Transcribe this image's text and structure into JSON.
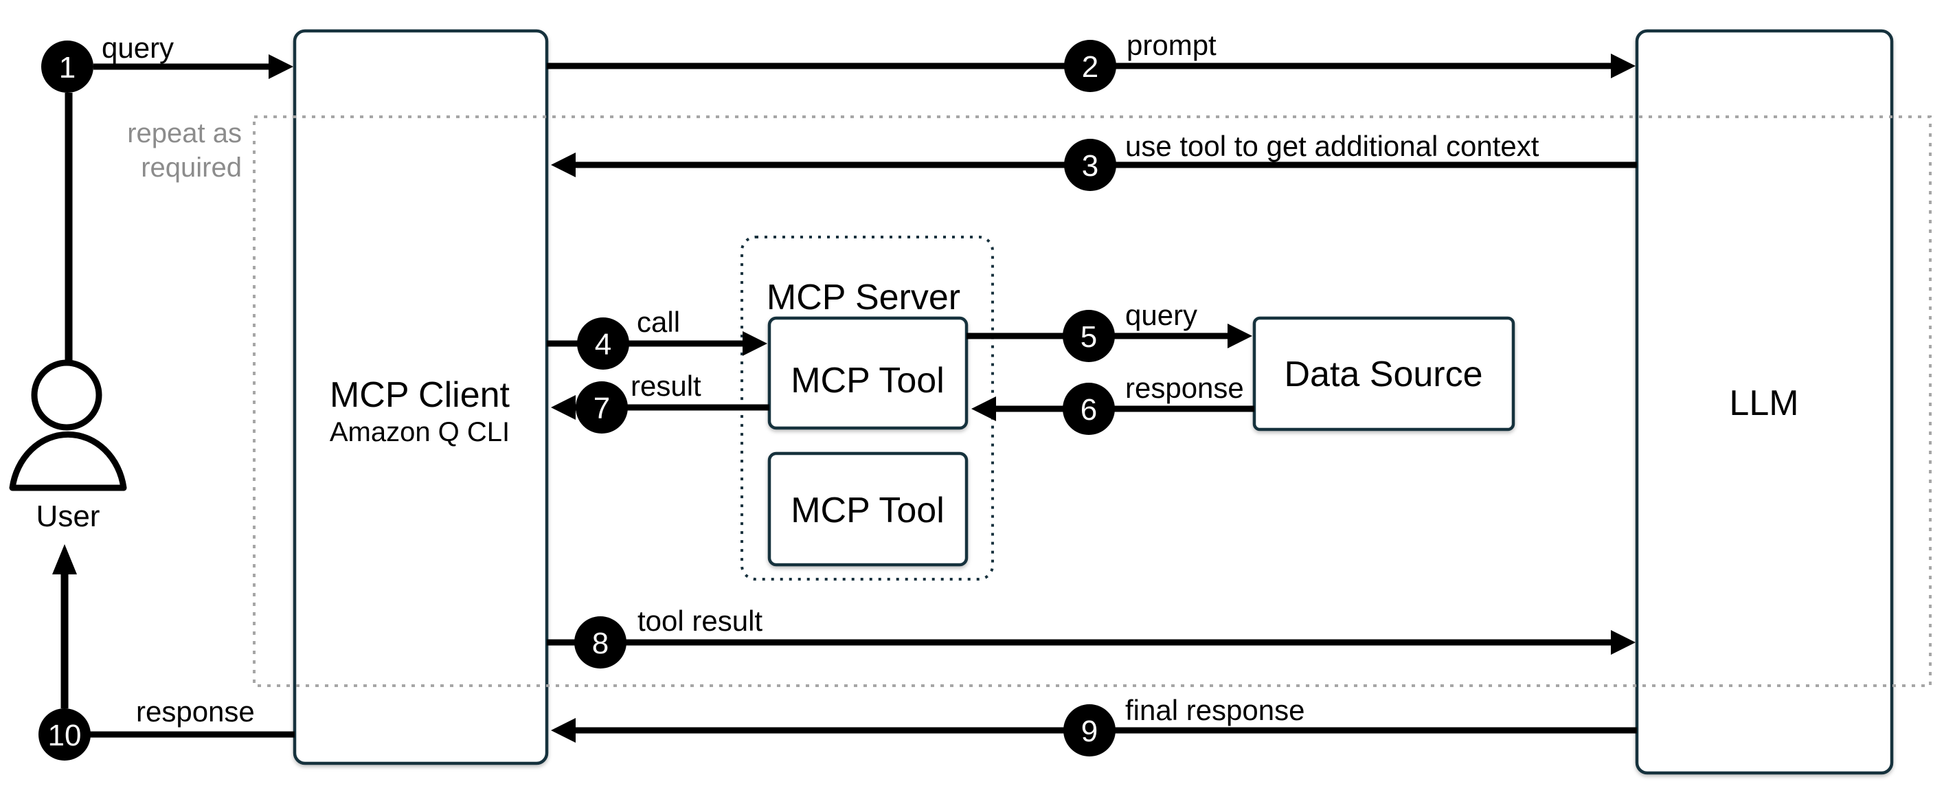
{
  "colors": {
    "box_border": "#17313d",
    "arrow_black": "#000000",
    "dotted_gray": "#a6a6a6",
    "gray_text": "#8c8c8c",
    "background": "#ffffff"
  },
  "user": {
    "label": "User"
  },
  "mcp_client": {
    "title": "MCP Client",
    "subtitle": "Amazon Q CLI"
  },
  "mcp_server": {
    "title": "MCP Server",
    "tools": [
      {
        "label": "MCP Tool"
      },
      {
        "label": "MCP Tool"
      }
    ]
  },
  "data_source": {
    "label": "Data Source"
  },
  "llm": {
    "label": "LLM"
  },
  "repeat_box": {
    "line1": "repeat as",
    "line2": "required"
  },
  "flows": [
    {
      "num": "1",
      "label": "query"
    },
    {
      "num": "2",
      "label": "prompt"
    },
    {
      "num": "3",
      "label": "use tool to get additional context"
    },
    {
      "num": "4",
      "label": "call"
    },
    {
      "num": "5",
      "label": "query"
    },
    {
      "num": "6",
      "label": "response"
    },
    {
      "num": "7",
      "label": "result"
    },
    {
      "num": "8",
      "label": "tool result"
    },
    {
      "num": "9",
      "label": "final response"
    },
    {
      "num": "10",
      "label": "response"
    }
  ]
}
